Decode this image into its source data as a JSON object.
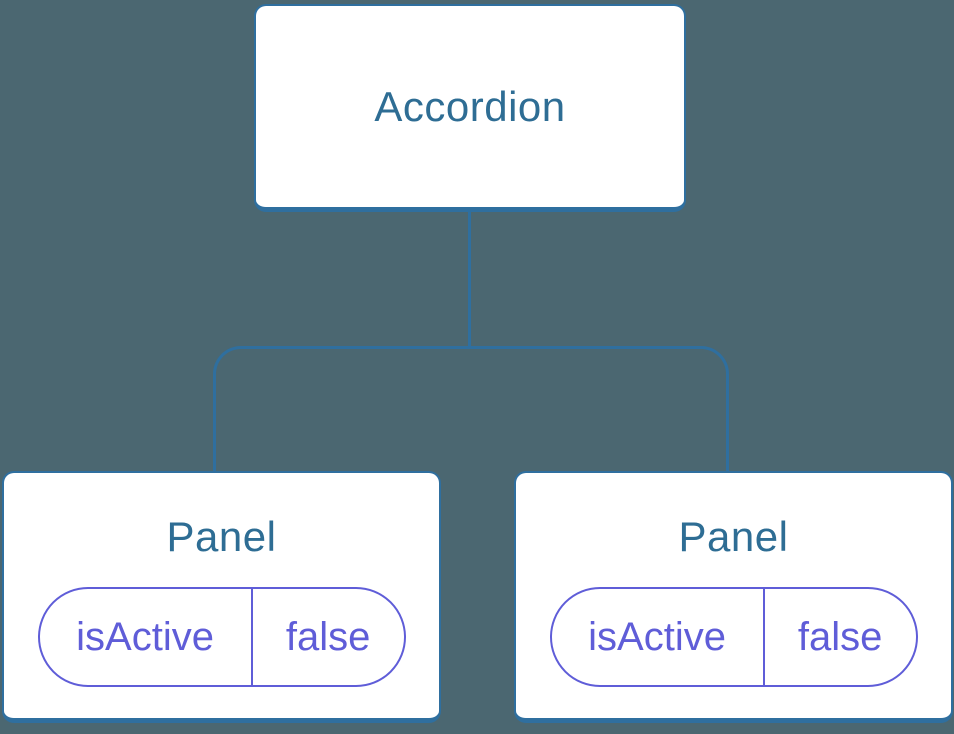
{
  "diagram": {
    "root": {
      "label": "Accordion"
    },
    "children": [
      {
        "label": "Panel",
        "props": [
          {
            "name": "isActive",
            "value": "false"
          }
        ]
      },
      {
        "label": "Panel",
        "props": [
          {
            "name": "isActive",
            "value": "false"
          }
        ]
      }
    ]
  },
  "colors": {
    "background": "#4b6771",
    "node_background": "#ffffff",
    "node_border": "#2f6f9f",
    "node_label": "#2e6d94",
    "prop_accent": "#5f5dd8",
    "connector": "#2f6f9f"
  }
}
